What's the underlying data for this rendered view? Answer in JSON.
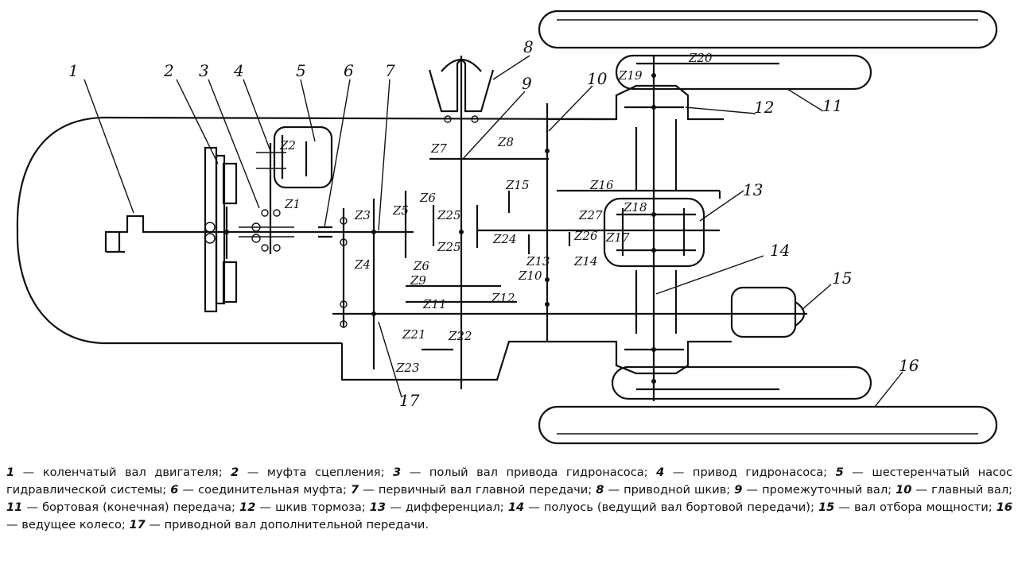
{
  "callouts": [
    "1",
    "2",
    "3",
    "4",
    "5",
    "6",
    "7",
    "8",
    "9",
    "10",
    "11",
    "12",
    "13",
    "14",
    "15",
    "16",
    "17"
  ],
  "gears": {
    "z1": "Z1",
    "z2": "Z2",
    "z3": "Z3",
    "z4": "Z4",
    "z5": "Z5",
    "z6a": "Z6",
    "z6b": "Z6",
    "z7": "Z7",
    "z8": "Z8",
    "z9": "Z9",
    "z10": "Z10",
    "z11": "Z11",
    "z12": "Z12",
    "z13": "Z13",
    "z14": "Z14",
    "z15": "Z15",
    "z16": "Z16",
    "z17": "Z17",
    "z18": "Z18",
    "z19": "Z19",
    "z20": "Z20",
    "z21": "Z21",
    "z22": "Z22",
    "z23": "Z23",
    "z24": "Z24",
    "z25a": "Z25",
    "z25b": "Z25",
    "z26": "Z26",
    "z27": "Z27"
  },
  "legend": [
    {
      "n": "1",
      "text": "коленчатый вал двигателя;"
    },
    {
      "n": "2",
      "text": "муфта сцепления;"
    },
    {
      "n": "3",
      "text": "полый вал привода гидронасоса;"
    },
    {
      "n": "4",
      "text": "привод гидронасоса;"
    },
    {
      "n": "5",
      "text": "шестеренчатый насос гидравлической системы;"
    },
    {
      "n": "6",
      "text": "соединительная муфта;"
    },
    {
      "n": "7",
      "text": "первичный вал главной передачи;"
    },
    {
      "n": "8",
      "text": "приводной шкив;"
    },
    {
      "n": "9",
      "text": "промежуточный вал;"
    },
    {
      "n": "10",
      "text": "главный вал;"
    },
    {
      "n": "11",
      "text": "бортовая (конечная) передача;"
    },
    {
      "n": "12",
      "text": "шкив тормоза;"
    },
    {
      "n": "13",
      "text": "дифференциал;"
    },
    {
      "n": "14",
      "text": "полуось (ведущий вал бортовой передачи);"
    },
    {
      "n": "15",
      "text": "вал отбора мощности;"
    },
    {
      "n": "16",
      "text": "ведущее колесо;"
    },
    {
      "n": "17",
      "text": "приводной вал дополнительной передачи."
    }
  ]
}
